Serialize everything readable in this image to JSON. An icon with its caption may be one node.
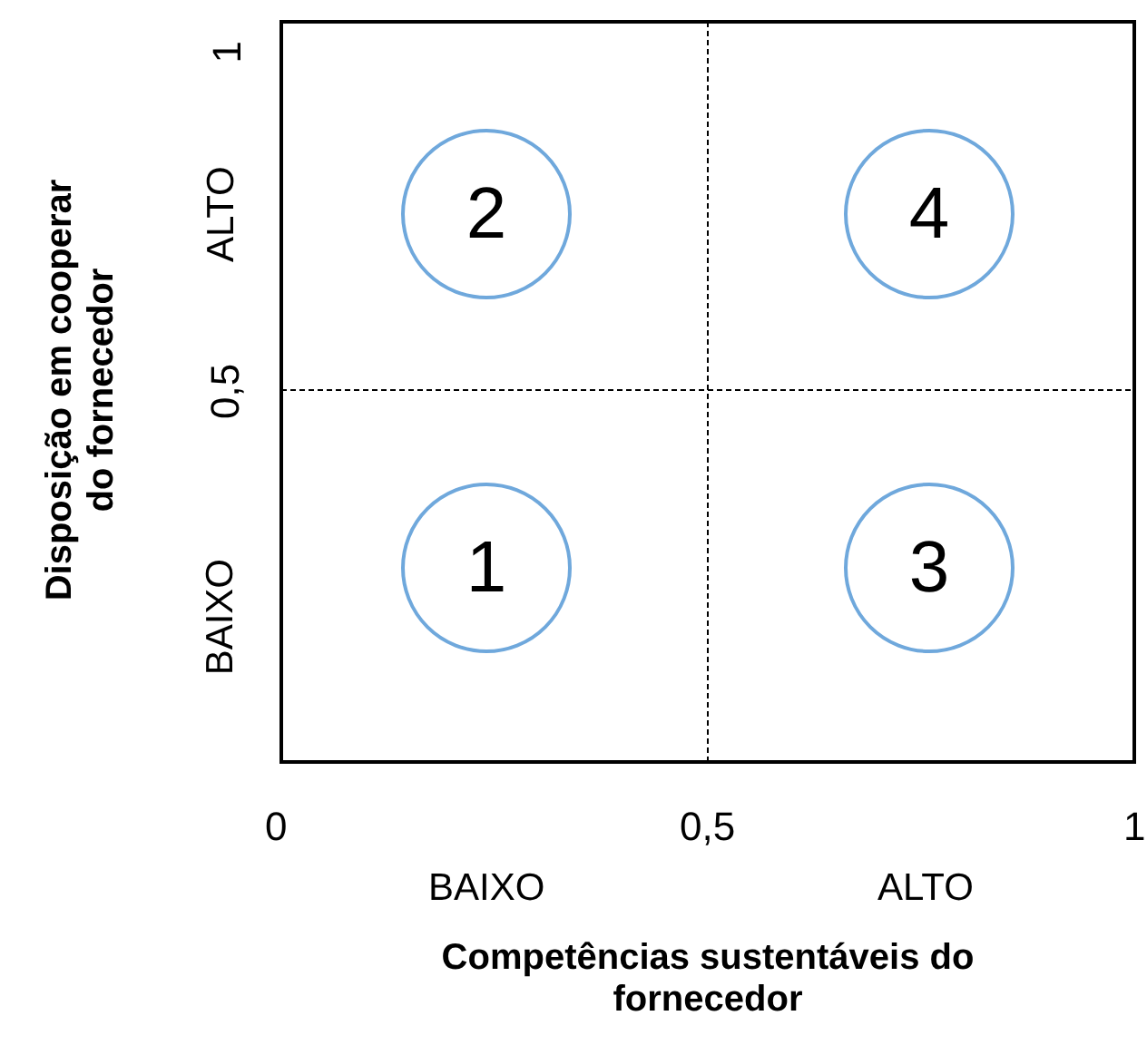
{
  "diagram": {
    "nodes": [
      {
        "text": [
          "2"
        ]
      },
      {
        "text": [
          "4"
        ]
      },
      {
        "text": [
          "1"
        ]
      },
      {
        "text": [
          "3"
        ]
      }
    ],
    "edges": [],
    "labels": [
      "1",
      "ALTO",
      "0,5",
      "BAIXO",
      "Disposição em cooperar do fornecedor",
      "0",
      "0,5",
      "1",
      "BAIXO",
      "ALTO",
      "Competências sustentáveis do fornecedor"
    ]
  }
}
